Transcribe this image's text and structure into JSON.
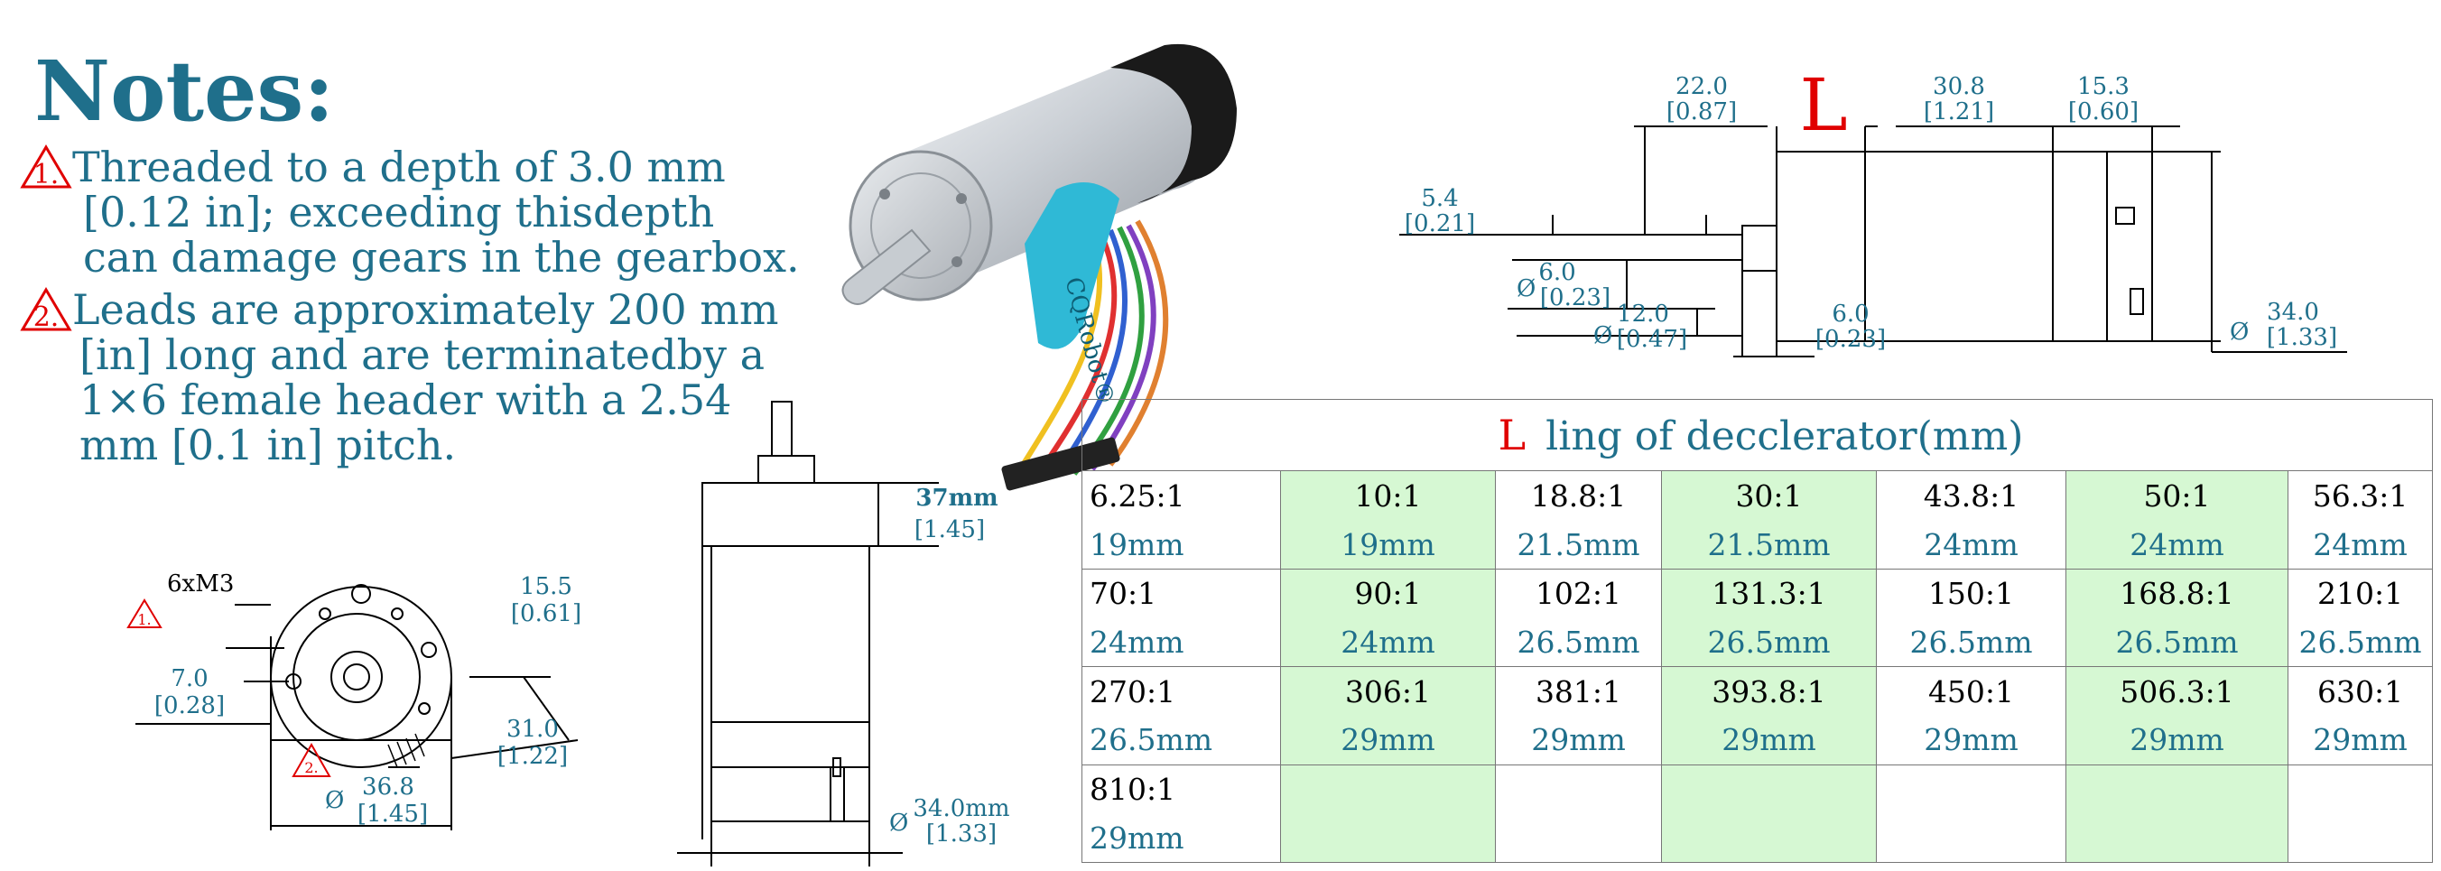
{
  "notes": {
    "title": "Notes:",
    "items": [
      {
        "num": "1.",
        "lines": [
          "Threaded to a depth of 3.0 mm",
          "[0.12 in]; exceeding thisdepth",
          "can damage gears in the gearbox."
        ]
      },
      {
        "num": "2.",
        "lines": [
          "Leads are approximately 200 mm",
          "[in] long and are terminatedby a",
          "1×6 female header with a 2.54",
          "mm [0.1 in] pitch."
        ]
      }
    ]
  },
  "side_view": {
    "dim_22": "22.0",
    "dim_22_in": "[0.87]",
    "L_mark": "L",
    "dim_30": "30.8",
    "dim_30_in": "[1.21]",
    "dim_15": "15.3",
    "dim_15_in": "[0.60]",
    "dim_5": "5.4",
    "dim_5_in": "[0.21]",
    "dia_6_sym": "Ø",
    "dia_6": "6.0",
    "dia_6_in": "[0.23]",
    "dia_12_sym": "Ø",
    "dia_12": "12.0",
    "dia_12_in": "[0.47]",
    "dim_6b": "6.0",
    "dim_6b_in": "[0.23]",
    "dia_34_sym": "Ø",
    "dia_34": "34.0",
    "dia_34_in": "[1.33]"
  },
  "front_view": {
    "screws": "6xM3",
    "note1": "1.",
    "note2": "2.",
    "dim_7": "7.0",
    "dim_7_in": "[0.28]",
    "dim_155": "15.5",
    "dim_155_in": "[0.61]",
    "dim_31": "31.0",
    "dim_31_in": "[1.22]",
    "dia_sym": "Ø",
    "dia_368": "36.8",
    "dia_368_in": "[1.45]"
  },
  "middle_view": {
    "dim_37": "37mm",
    "dim_37_in": "[1.45]",
    "dia_sym": "Ø",
    "dia_34": "34.0mm",
    "dia_34_in": "[1.33]"
  },
  "photo": {
    "strap_text": "CQRobot®"
  },
  "table": {
    "title_L": "L",
    "title_rest": "ling of decclerator(mm)",
    "rows": [
      {
        "ratios": [
          "6.25:1",
          "10:1",
          "18.8:1",
          "30:1",
          "43.8:1",
          "50:1",
          "56.3:1"
        ],
        "lengths": [
          "19mm",
          "19mm",
          "21.5mm",
          "21.5mm",
          "24mm",
          "24mm",
          "24mm"
        ]
      },
      {
        "ratios": [
          "70:1",
          "90:1",
          "102:1",
          "131.3:1",
          "150:1",
          "168.8:1",
          "210:1"
        ],
        "lengths": [
          "24mm",
          "24mm",
          "26.5mm",
          "26.5mm",
          "26.5mm",
          "26.5mm",
          "26.5mm"
        ]
      },
      {
        "ratios": [
          "270:1",
          "306:1",
          "381:1",
          "393.8:1",
          "450:1",
          "506.3:1",
          "630:1"
        ],
        "lengths": [
          "26.5mm",
          "29mm",
          "29mm",
          "29mm",
          "29mm",
          "29mm",
          "29mm"
        ]
      },
      {
        "ratios": [
          "810:1",
          "",
          "",
          "",
          "",
          "",
          ""
        ],
        "lengths": [
          "29mm",
          "",
          "",
          "",
          "",
          "",
          ""
        ]
      }
    ]
  },
  "colors": {
    "teal": "#1f6f8b",
    "red": "#e00000",
    "green_cell": "#d6f8d3"
  }
}
